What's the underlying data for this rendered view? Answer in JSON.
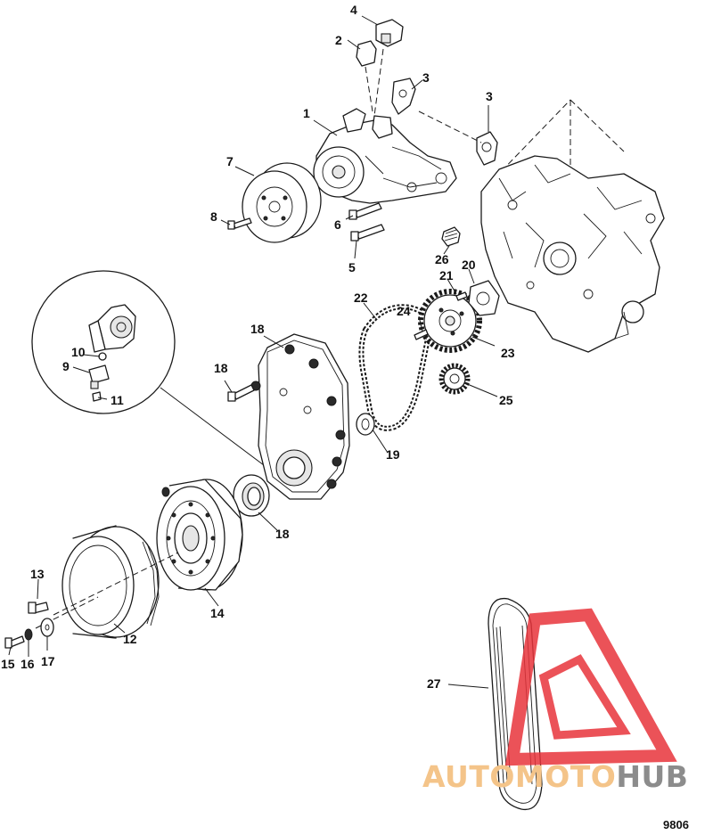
{
  "figure_number": "9806",
  "colors": {
    "line": "#1a1a1a",
    "watermark_red": "#e8343c",
    "watermark_orange": "#f4c489",
    "watermark_gray": "#8c8c8c"
  },
  "watermark": {
    "part1": "AUTOMOTO",
    "part2": "HUB"
  },
  "callouts": {
    "c1": "1",
    "c2": "2",
    "c3a": "3",
    "c3b": "3",
    "c4": "4",
    "c5": "5",
    "c6": "6",
    "c7": "7",
    "c8": "8",
    "c9": "9",
    "c10": "10",
    "c11": "11",
    "c12": "12",
    "c13": "13",
    "c14": "14",
    "c15": "15",
    "c16": "16",
    "c17": "17",
    "c18a": "18",
    "c18b": "18",
    "c18c": "18",
    "c19": "19",
    "c20": "20",
    "c21": "21",
    "c22": "22",
    "c23": "23",
    "c24": "24",
    "c25": "25",
    "c26": "26",
    "c27": "27"
  }
}
